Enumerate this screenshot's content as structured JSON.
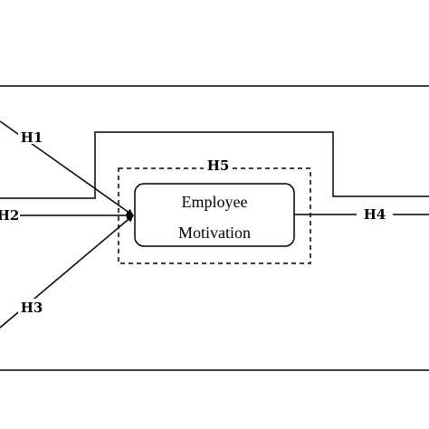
{
  "diagram": {
    "hypotheses": {
      "h1": "H1",
      "h2": "H2",
      "h3": "H3",
      "h4": "H4",
      "h5": "H5"
    },
    "central_box": {
      "line1": "Employee",
      "line2": "Motivation"
    },
    "colors": {
      "stroke": "#000000",
      "background": "#ffffff"
    }
  }
}
